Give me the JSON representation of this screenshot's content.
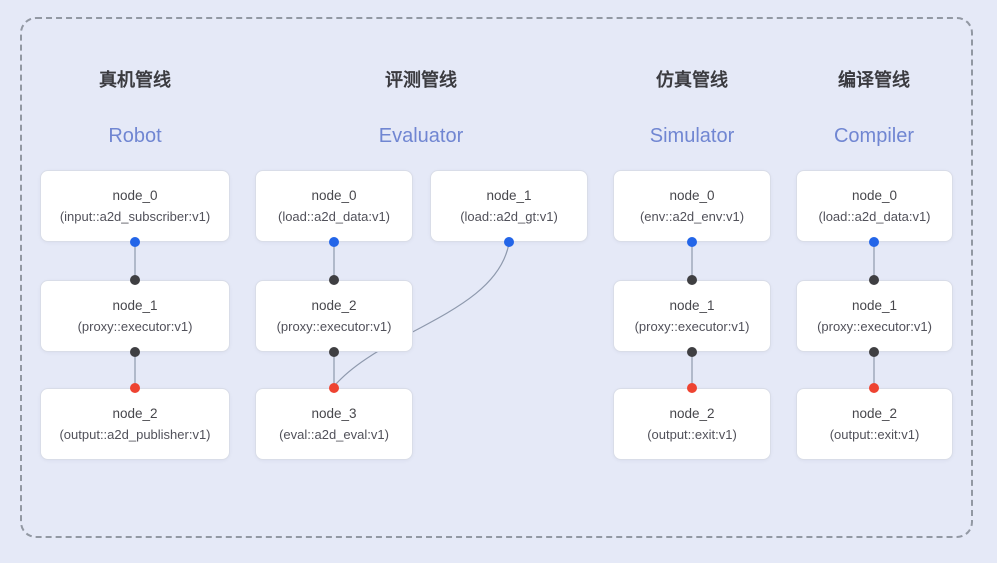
{
  "diagram": {
    "background": "#e5e9f7",
    "frame": "#9298a3"
  },
  "colors": {
    "blue_dot": "#2365e8",
    "black_dot": "#3f3f42",
    "red_dot": "#ee4331",
    "edge": "#8e99ad",
    "title_zh": "#3b3b40",
    "title_en": "#7086d2",
    "node_text": "#47474c",
    "node_border": "#d9dde8",
    "node_bg": "#ffffff"
  },
  "pipelines": [
    {
      "key": "robot",
      "title_zh": "真机管线",
      "title_en": "Robot",
      "nodes": [
        {
          "line1": "node_0",
          "line2": "(input::a2d_subscriber:v1)"
        },
        {
          "line1": "node_1",
          "line2": "(proxy::executor:v1)"
        },
        {
          "line1": "node_2",
          "line2": "(output::a2d_publisher:v1)"
        }
      ]
    },
    {
      "key": "evaluator",
      "title_zh": "评测管线",
      "title_en": "Evaluator",
      "nodes": [
        {
          "line1": "node_0",
          "line2": "(load::a2d_data:v1)"
        },
        {
          "line1": "node_1",
          "line2": "(load::a2d_gt:v1)"
        },
        {
          "line1": "node_2",
          "line2": "(proxy::executor:v1)"
        },
        {
          "line1": "node_3",
          "line2": "(eval::a2d_eval:v1)"
        }
      ]
    },
    {
      "key": "simulator",
      "title_zh": "仿真管线",
      "title_en": "Simulator",
      "nodes": [
        {
          "line1": "node_0",
          "line2": "(env::a2d_env:v1)"
        },
        {
          "line1": "node_1",
          "line2": "(proxy::executor:v1)"
        },
        {
          "line1": "node_2",
          "line2": "(output::exit:v1)"
        }
      ]
    },
    {
      "key": "compiler",
      "title_zh": "编译管线",
      "title_en": "Compiler",
      "nodes": [
        {
          "line1": "node_0",
          "line2": "(load::a2d_data:v1)"
        },
        {
          "line1": "node_1",
          "line2": "(proxy::executor:v1)"
        },
        {
          "line1": "node_2",
          "line2": "(output::exit:v1)"
        }
      ]
    }
  ]
}
